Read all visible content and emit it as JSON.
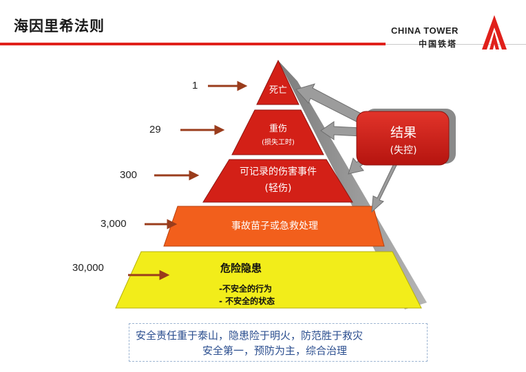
{
  "header": {
    "title": "海因里希法则",
    "logo_en": "CHINA TOWER",
    "logo_cn": "中国铁塔"
  },
  "pyramid": {
    "levels": [
      {
        "count": "1",
        "label": "死亡",
        "color": "#d32017"
      },
      {
        "count": "29",
        "label": "重伤",
        "sublabel": "(损失工时)",
        "color": "#d32017"
      },
      {
        "count": "300",
        "label": "可记录的伤害事件",
        "sublabel": "(轻伤)",
        "color": "#d32017"
      },
      {
        "count": "3,000",
        "label": "事故苗子或急救处理",
        "color": "#f25f1c"
      },
      {
        "count": "30,000",
        "label": "危险隐患",
        "bullets": [
          "-不安全的行为",
          "- 不安全的状态"
        ],
        "color": "#f2ed1a"
      }
    ]
  },
  "result_box": {
    "title": "结果",
    "subtitle": "(失控)",
    "color": "#d32017"
  },
  "quote": {
    "line1": "安全责任重于泰山，隐患险于明火，防范胜于救灾",
    "line2": "安全第一，预防为主，综合治理"
  }
}
